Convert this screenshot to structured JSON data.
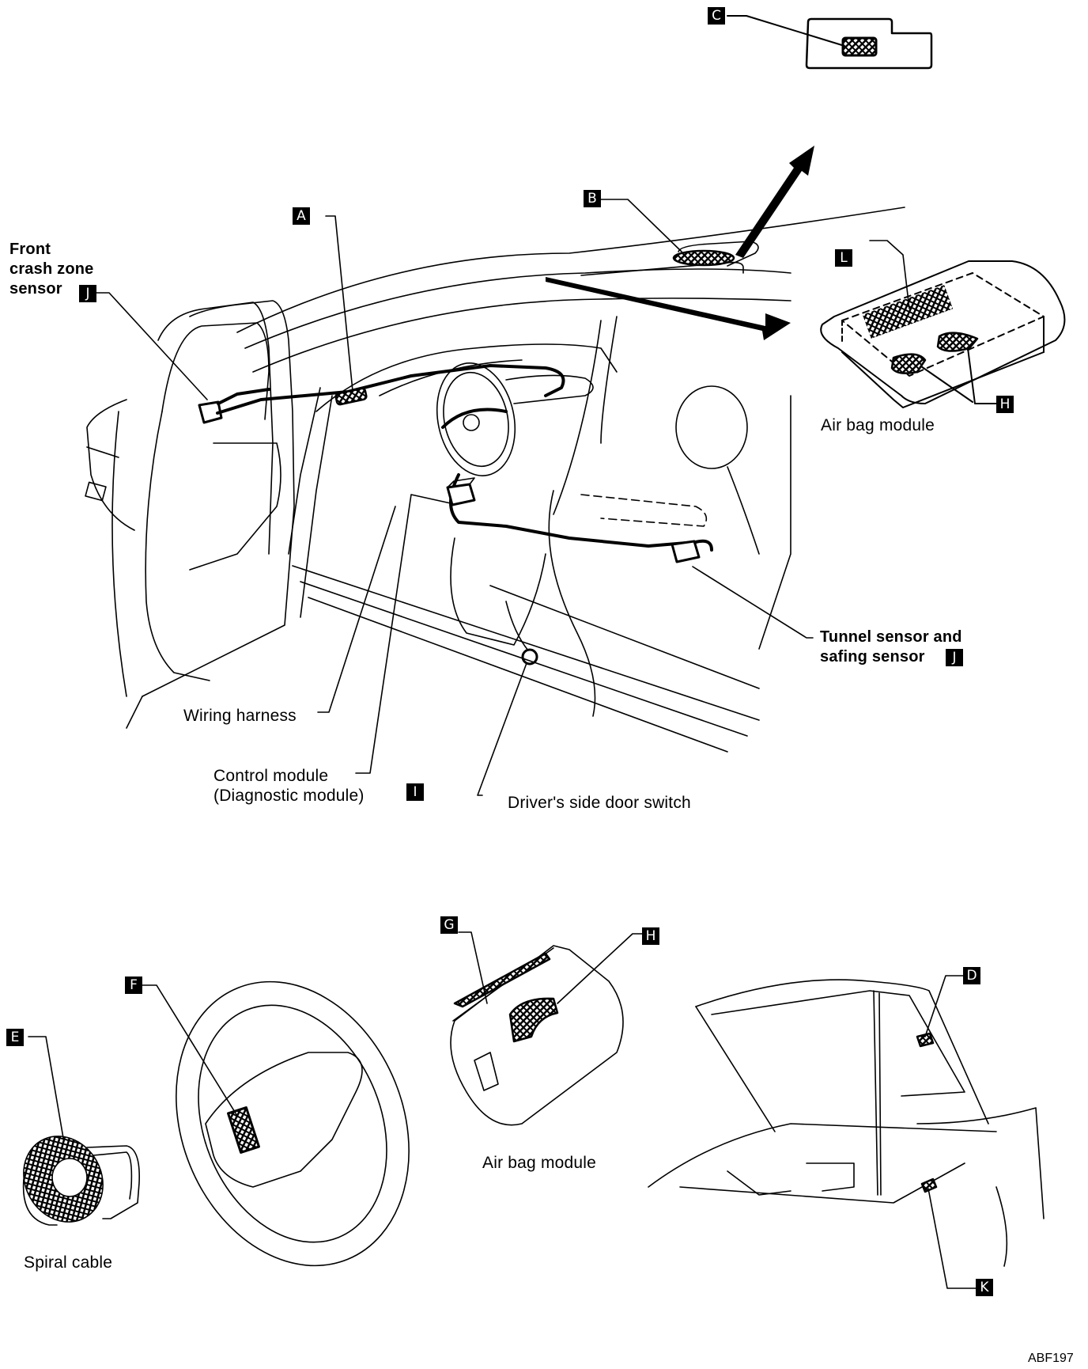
{
  "figure_id": "ABF197",
  "callouts": {
    "A": "A",
    "B": "B",
    "C": "C",
    "D": "D",
    "E": "E",
    "F": "F",
    "G": "G",
    "H": "H",
    "I": "I",
    "J": "J",
    "K": "K",
    "L": "L"
  },
  "labels": {
    "front_crash_zone_sensor": "Front\ncrash zone\nsensor",
    "air_bag_module_top": "Air bag module",
    "tunnel_sensor": "Tunnel sensor and\nsafing sensor",
    "wiring_harness": "Wiring harness",
    "control_module": "Control module\n(Diagnostic module)",
    "door_switch": "Driver's side door switch",
    "air_bag_module_bottom": "Air bag module",
    "spiral_cable": "Spiral cable"
  },
  "colors": {
    "ink": "#000000",
    "paper": "#ffffff"
  }
}
